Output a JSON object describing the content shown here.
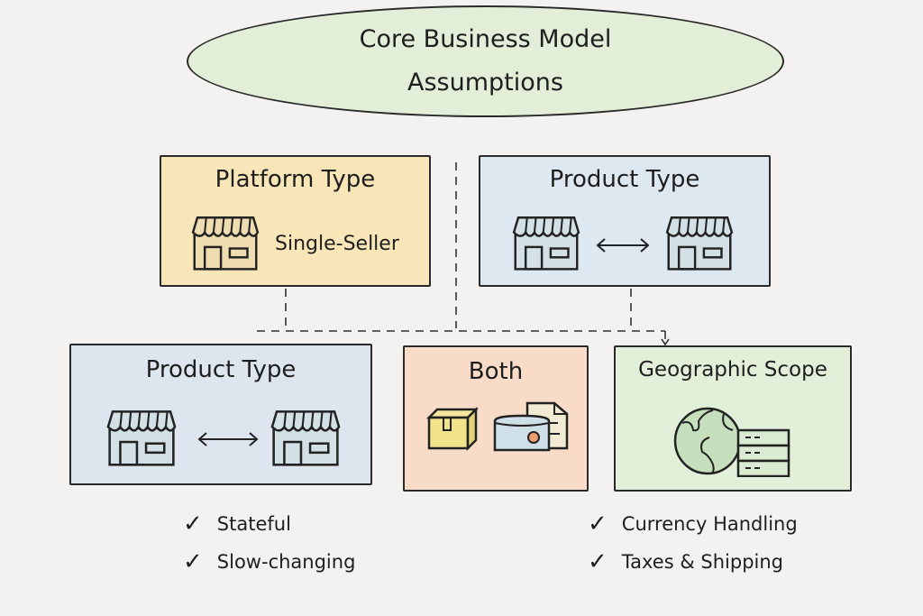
{
  "title": {
    "line1": "Core Business Model",
    "line2": "Assumptions"
  },
  "boxes": {
    "platform": {
      "title": "Platform Type",
      "label": "Single-Seller",
      "icon": "storefront-icon",
      "color": "#f8e6b8"
    },
    "product_top": {
      "title": "Product Type",
      "icon": "storefront-exchange-icon",
      "color": "#dde8f0"
    },
    "product_bottom": {
      "title": "Product Type",
      "icon": "storefront-exchange-icon",
      "color": "#dde6ef"
    },
    "both": {
      "title": "Both",
      "icon": "box-and-digital-icon",
      "color": "#f8dcc8"
    },
    "geo": {
      "title": "Geographic Scope",
      "icon": "globe-server-icon",
      "color": "#e2efd9"
    }
  },
  "checklists": {
    "left": [
      "Stateful",
      "Slow-changing"
    ],
    "right": [
      "Currency Handling",
      "Taxes & Shipping"
    ]
  },
  "check_mark": "✓"
}
